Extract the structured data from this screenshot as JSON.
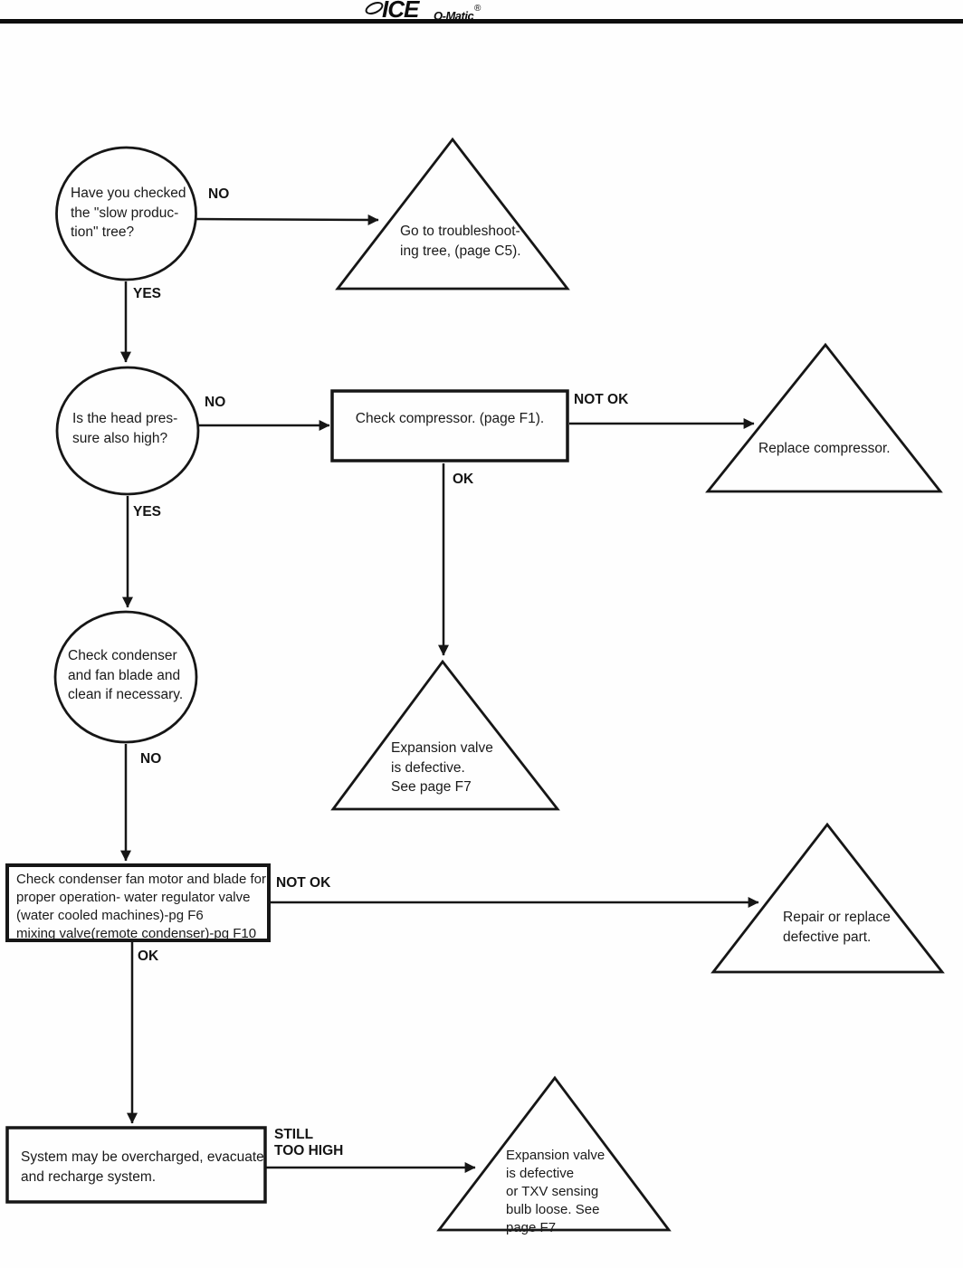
{
  "header": {
    "logo_ice": "ICE",
    "logo_omatic": "O-Matic",
    "logo_reg": "®"
  },
  "colors": {
    "ink": "#161616",
    "paper": "#fefefe"
  },
  "nodes": {
    "q_slow_production": {
      "shape": "circle",
      "text": "Have you checked\nthe \"slow produc-\ntion\" tree?"
    },
    "t_goto_troubleshooting": {
      "shape": "triangle",
      "text": "Go to troubleshoot-\ning tree, (page C5)."
    },
    "q_head_pressure": {
      "shape": "circle",
      "text": "Is the head pres-\nsure also high?"
    },
    "b_check_compressor": {
      "shape": "box",
      "text": "Check compressor. (page F1)."
    },
    "t_replace_compressor": {
      "shape": "triangle",
      "text": "Replace compressor."
    },
    "c_check_condenser": {
      "shape": "circle",
      "text": "Check condenser\nand fan blade and\nclean if necessary."
    },
    "t_expansion_defective": {
      "shape": "triangle",
      "text": "Expansion valve\nis defective.\nSee page F7"
    },
    "b_check_fan_motor": {
      "shape": "box",
      "text": "Check condenser fan motor and blade for\nproper operation- water regulator valve\n(water cooled machines)-pg F6\nmixing valve(remote condenser)-pg F10"
    },
    "t_repair_replace": {
      "shape": "triangle",
      "text": "Repair or replace\ndefective part."
    },
    "b_system_overcharged": {
      "shape": "box",
      "text": "System may be overcharged, evacuate\nand recharge system."
    },
    "t_expansion_txv": {
      "shape": "triangle",
      "text": "Expansion valve\nis defective\nor TXV sensing\nbulb loose. See\npage F7"
    }
  },
  "edge_labels": {
    "no_1": "NO",
    "yes_1": "YES",
    "no_2": "NO",
    "yes_2": "YES",
    "not_ok_1": "NOT OK",
    "ok_1": "OK",
    "no_3": "NO",
    "not_ok_2": "NOT OK",
    "ok_2": "OK",
    "still_too_high": "STILL\nTOO HIGH"
  }
}
